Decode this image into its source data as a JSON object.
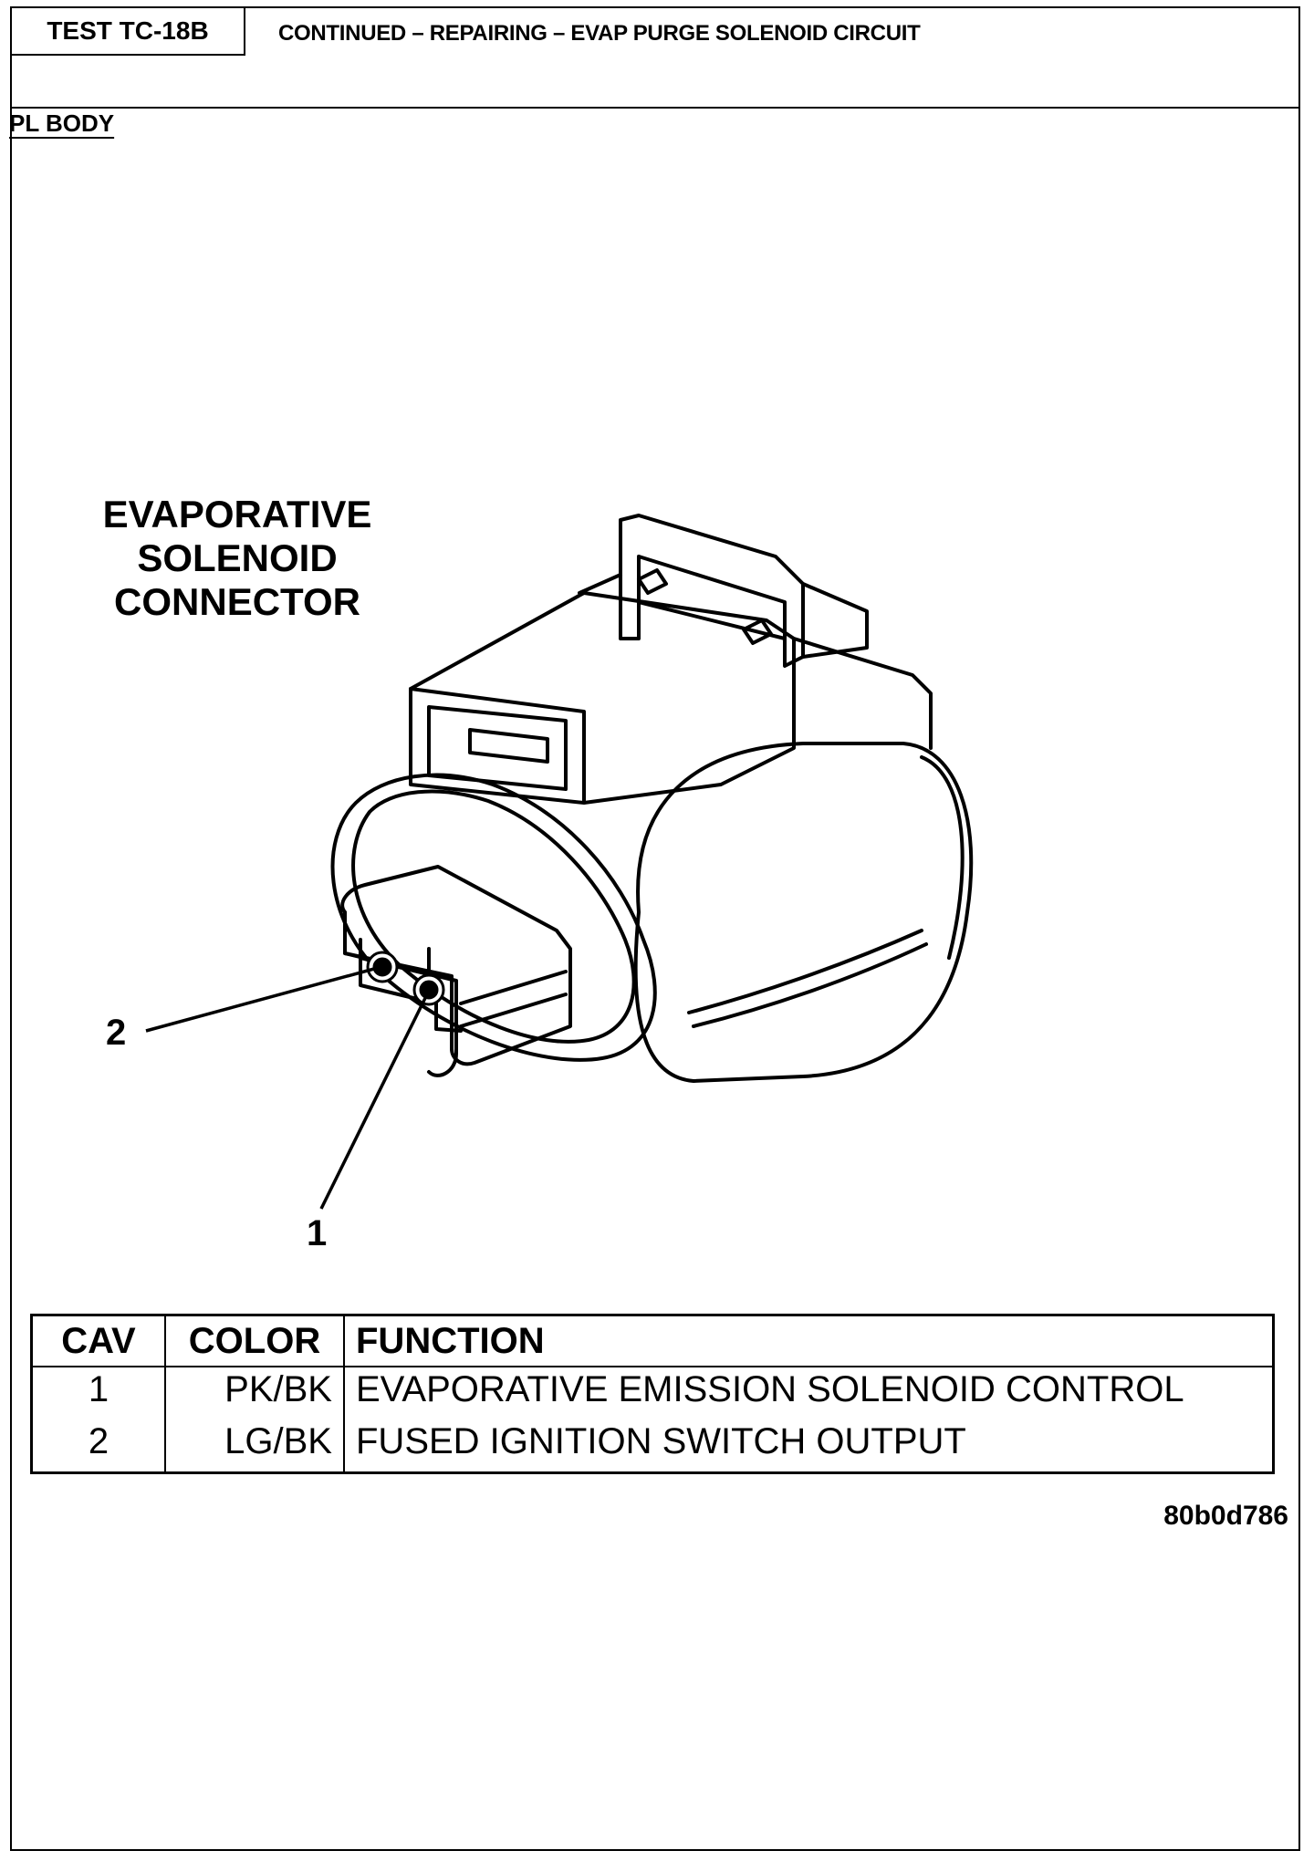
{
  "header": {
    "test_id": "TEST TC-18B",
    "title": "CONTINUED – REPAIRING – EVAP PURGE SOLENOID CIRCUIT"
  },
  "section_label": "PL BODY",
  "connector": {
    "title_lines": [
      "EVAPORATIVE",
      "SOLENOID",
      "CONNECTOR"
    ],
    "callouts": {
      "pin_1": "1",
      "pin_2": "2"
    }
  },
  "pin_table": {
    "headers": [
      "CAV",
      "COLOR",
      "FUNCTION"
    ],
    "rows": [
      {
        "cav": "1",
        "color": "PK/BK",
        "function": "EVAPORATIVE EMISSION SOLENOID CONTROL"
      },
      {
        "cav": "2",
        "color": "LG/BK",
        "function": "FUSED IGNITION SWITCH OUTPUT"
      }
    ]
  },
  "reference_code": "80b0d786"
}
